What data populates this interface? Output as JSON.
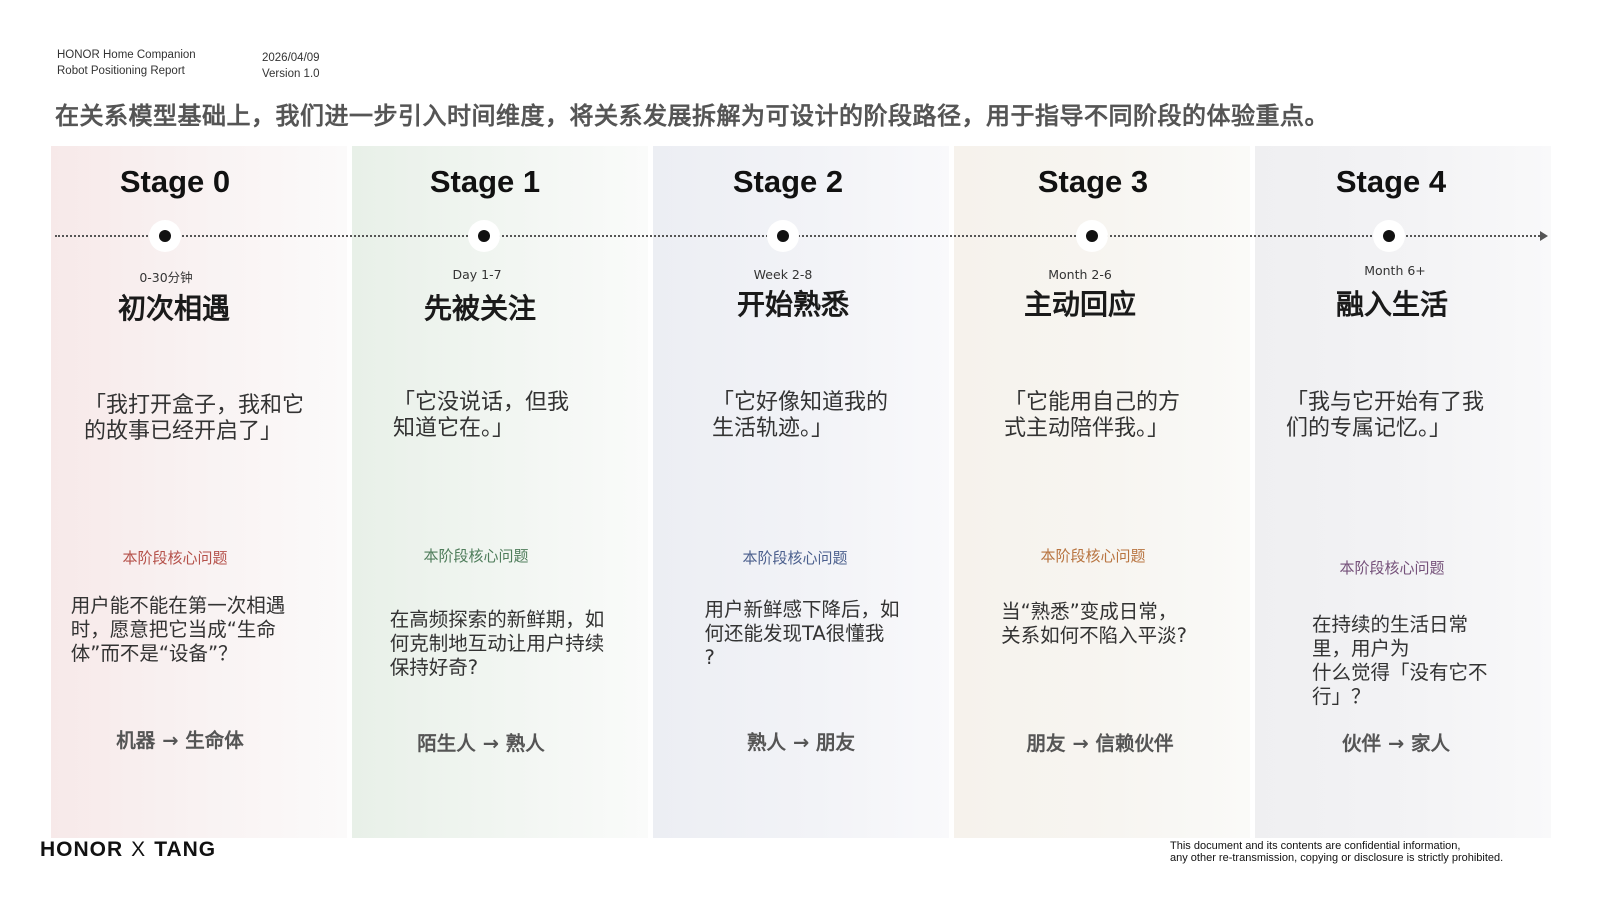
{
  "header": {
    "doc_title_line1": "HONOR Home Companion",
    "doc_title_line2": "Robot Positioning Report",
    "date": "2026/04/09",
    "version": "Version 1.0",
    "headline": "在关系模型基础上，我们进一步引入时间维度，将关系发展拆解为可设计的阶段路径，用于指导不同阶段的体验重点。"
  },
  "colors": {
    "stage0_accent": "#b5514a",
    "stage1_accent": "#4f7d5b",
    "stage2_accent": "#4b5f8d",
    "stage3_accent": "#b87440",
    "stage4_accent": "#75517a"
  },
  "stages": [
    {
      "stage": "Stage 0",
      "time": "0-30分钟",
      "name": "初次相遇",
      "quote": "「我打开盒子，我和它\n的故事已经开启了」",
      "core_label": "本阶段核心问题",
      "question": "用户能不能在第一次相遇\n时，愿意把它当成“生命\n体”而不是“设备”？",
      "transition": "机器 → 生命体"
    },
    {
      "stage": "Stage 1",
      "time": "Day 1-7",
      "name": "先被关注",
      "quote": "「它没说话，但我\n  知道它在。」",
      "core_label": "本阶段核心问题",
      "question": "在高频探索的新鲜期，如\n何克制地互动让用户持续\n保持好奇?",
      "transition": "陌生人 → 熟人"
    },
    {
      "stage": "Stage 2",
      "time": "Week 2-8",
      "name": "开始熟悉",
      "quote": "「它好像知道我的\n  生活轨迹。」",
      "core_label": "本阶段核心问题",
      "question": "用户新鲜感下降后，如\n何还能发现TA很懂我\n?",
      "transition": "熟人 → 朋友"
    },
    {
      "stage": "Stage 3",
      "time": "Month 2-6",
      "name": "主动回应",
      "quote": " 「它能用自己的方\n式主动陪伴我。」",
      "core_label": "本阶段核心问题",
      "question": "当“熟悉”变成日常，\n关系如何不陷入平淡?",
      "transition": "朋友 → 信赖伙伴"
    },
    {
      "stage": "Stage 4",
      "time": "Month 6+",
      "name": "融入生活",
      "quote": "「我与它开始有了我\n们的专属记忆。」",
      "core_label": "本阶段核心问题",
      "question": "在持续的生活日常里，用户为\n   什么觉得「没有它不行」？",
      "transition": "伙伴 → 家人"
    }
  ],
  "footer": {
    "brand_left": "HONOR",
    "brand_x": "X",
    "brand_right": "TANG",
    "confidential": "This document and its contents are confidential information,\nany other re-transmission, copying or disclosure is strictly prohibited."
  }
}
